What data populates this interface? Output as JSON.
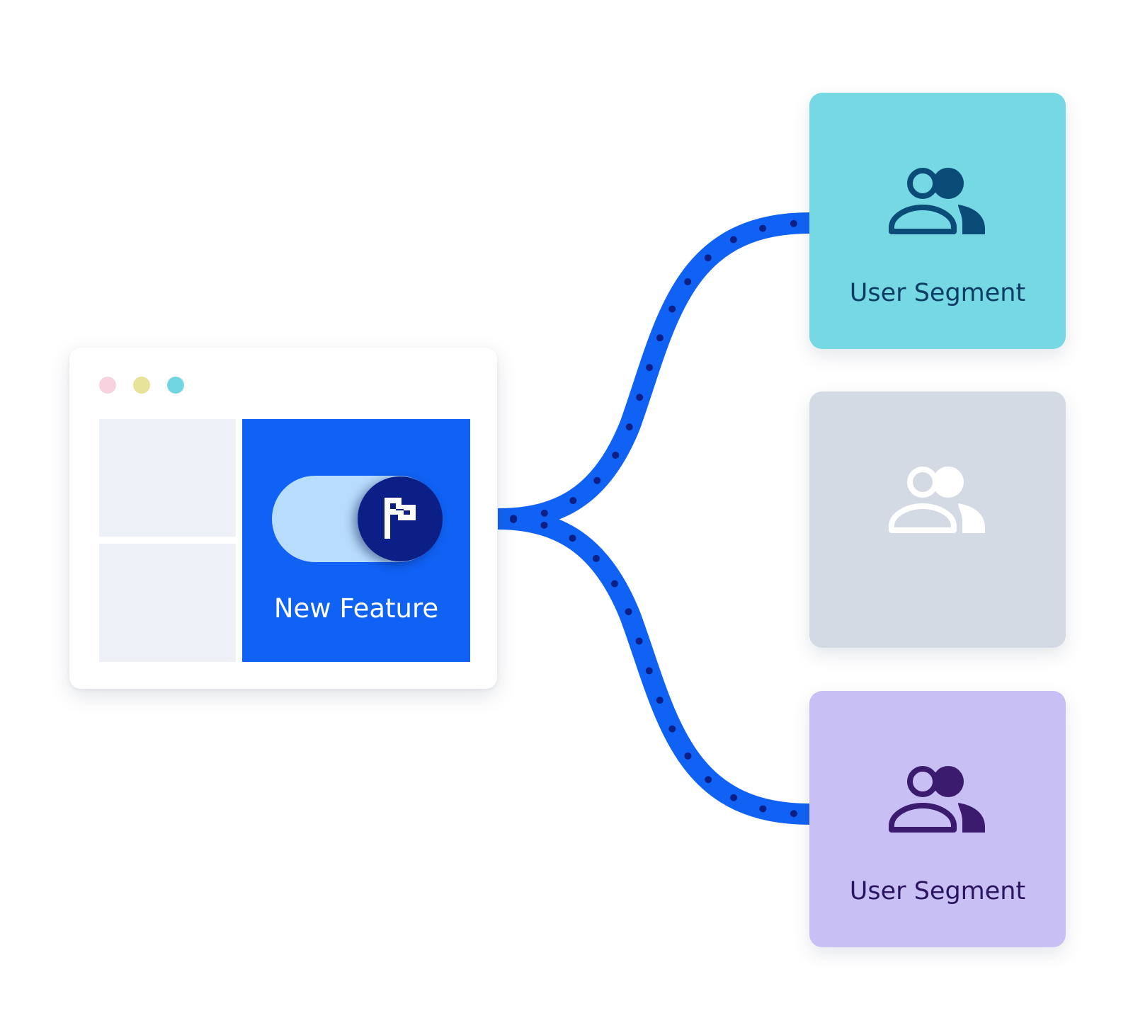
{
  "diagram": {
    "feature": {
      "label": "New Feature",
      "toggle_icon": "flag-icon",
      "toggle_state": "on"
    },
    "browser": {
      "window_dots": [
        {
          "color": "#f6d3de"
        },
        {
          "color": "#e7e39a"
        },
        {
          "color": "#72d6e2"
        }
      ]
    },
    "segments": [
      {
        "label": "User Segment",
        "icon": "users-icon",
        "background": "#76d8e3",
        "icon_color": "#0a4b77",
        "text_color": "#0a3d63",
        "connected": true
      },
      {
        "label": "",
        "icon": "users-icon",
        "background": "#d3dae4",
        "icon_color": "#ffffff",
        "text_color": "#ffffff",
        "connected": false
      },
      {
        "label": "User Segment",
        "icon": "users-icon",
        "background": "#c8bff4",
        "icon_color": "#3a1b6e",
        "text_color": "#2b1560",
        "connected": true
      }
    ],
    "colors": {
      "connector": "#1062f4",
      "connector_dots": "#0b1f86",
      "feature_panel": "#1062f4",
      "toggle_track": "#b8dcfc",
      "toggle_knob": "#0b1f86"
    }
  }
}
